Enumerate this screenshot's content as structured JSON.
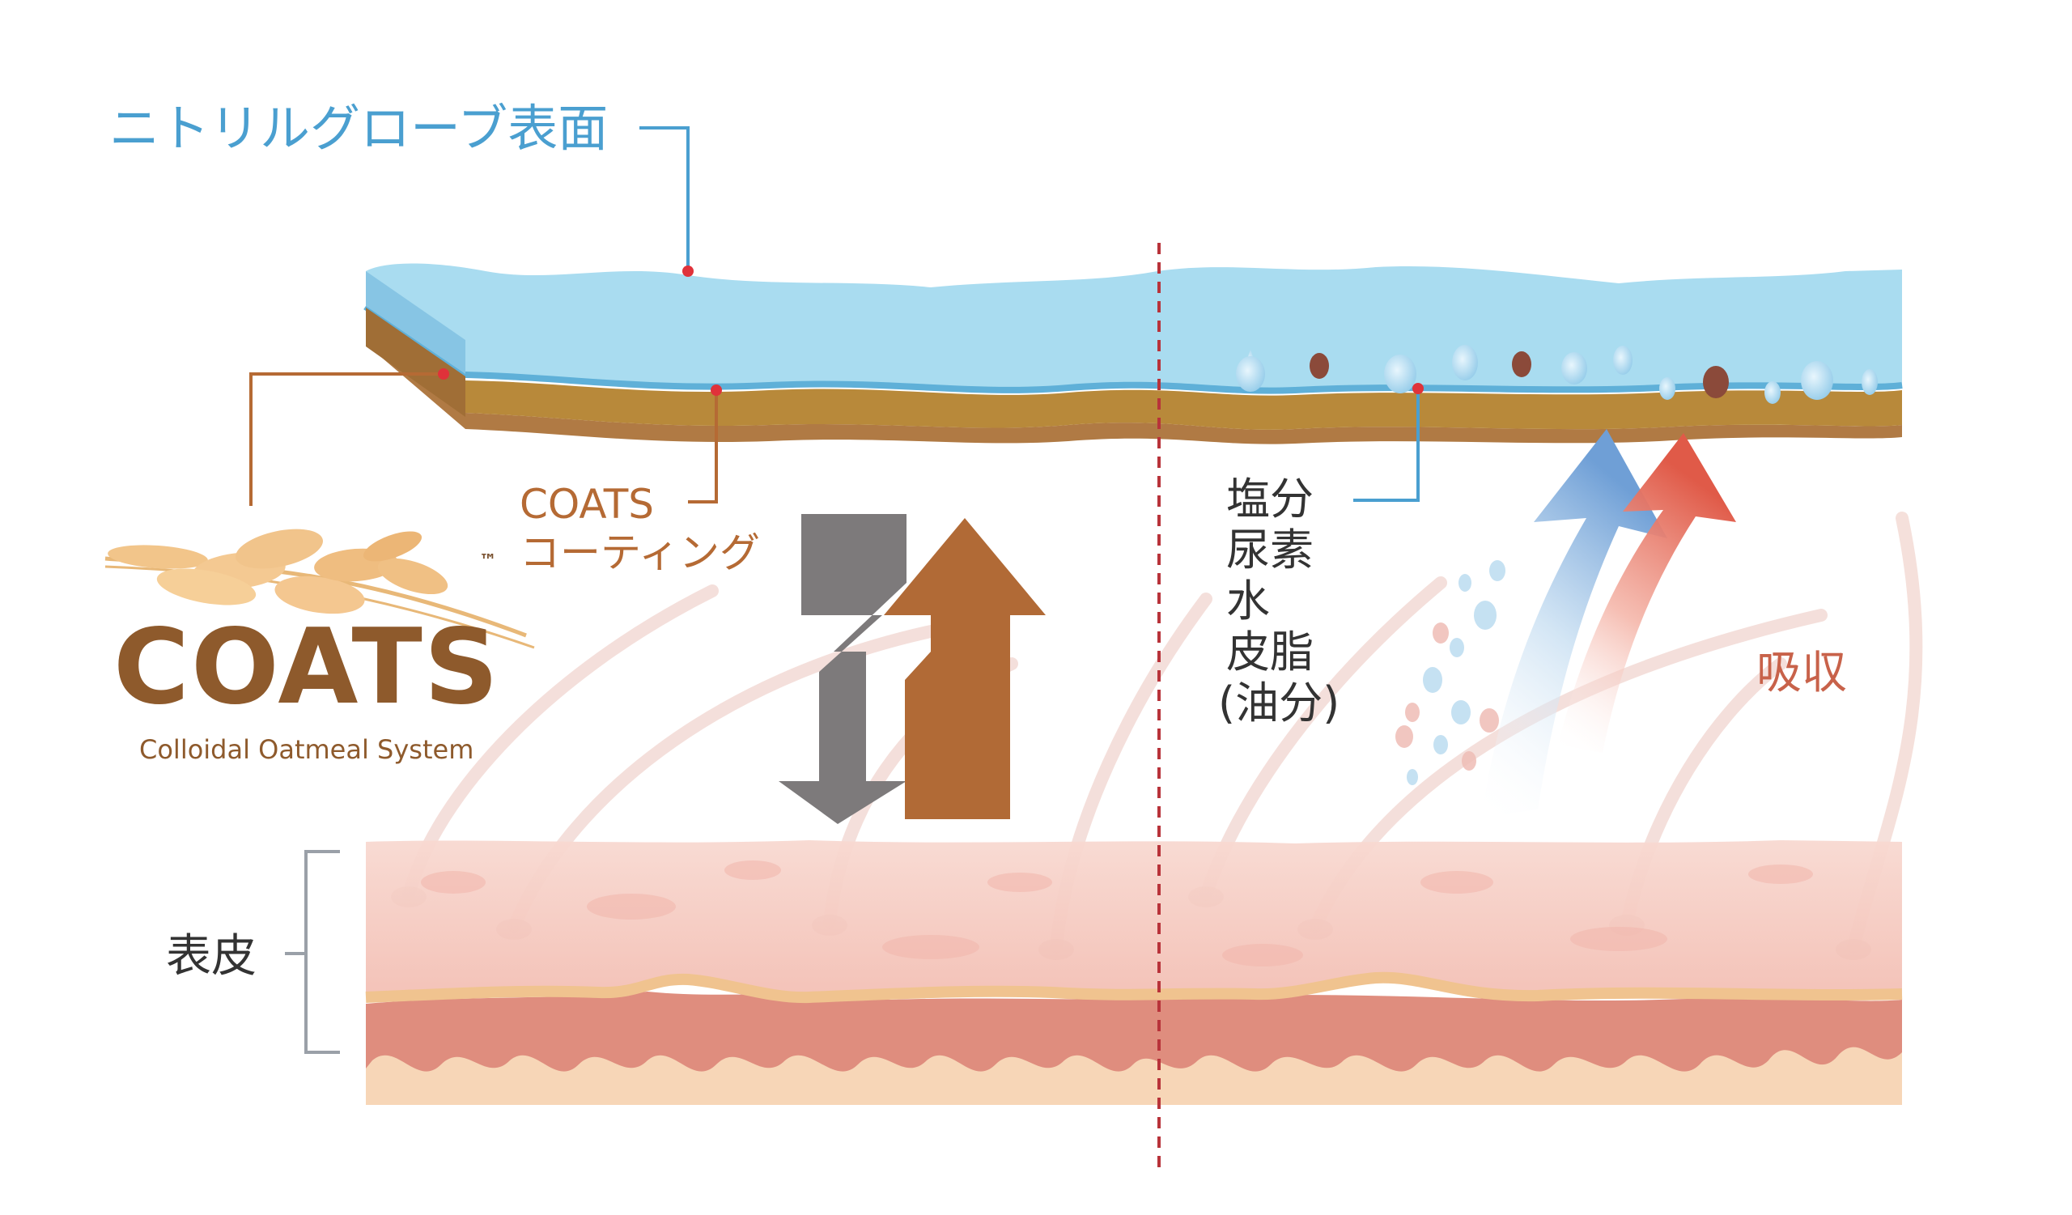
{
  "labels": {
    "nitrile_surface": "ニトリルグローブ表面",
    "coats_coating_line1": "COATS",
    "coats_coating_line2": "コーティング",
    "absorbed_items": [
      "塩分",
      "尿素",
      "水",
      "皮脂",
      "(油分)"
    ],
    "absorption": "吸収",
    "epidermis": "表皮"
  },
  "logo": {
    "wordmark": "COATS",
    "trademark": "™",
    "tagline": "Colloidal Oatmeal System"
  },
  "colors": {
    "glove_blue": "#a9dcf0",
    "glove_edge": "#5fb0d8",
    "coating_tan": "#b8893a",
    "coating_dark": "#8a5a2a",
    "label_blue": "#4a9fd0",
    "label_brown": "#b56a34",
    "arrow_gray": "#7d7a7b",
    "arrow_brown": "#b16a36",
    "arrow_red": "#e06a5a",
    "skin_pink": "#f6cfc6",
    "dermis_pink": "#df8d7e",
    "skin_base": "#f7d6b7",
    "divider_red": "#b8333a"
  }
}
